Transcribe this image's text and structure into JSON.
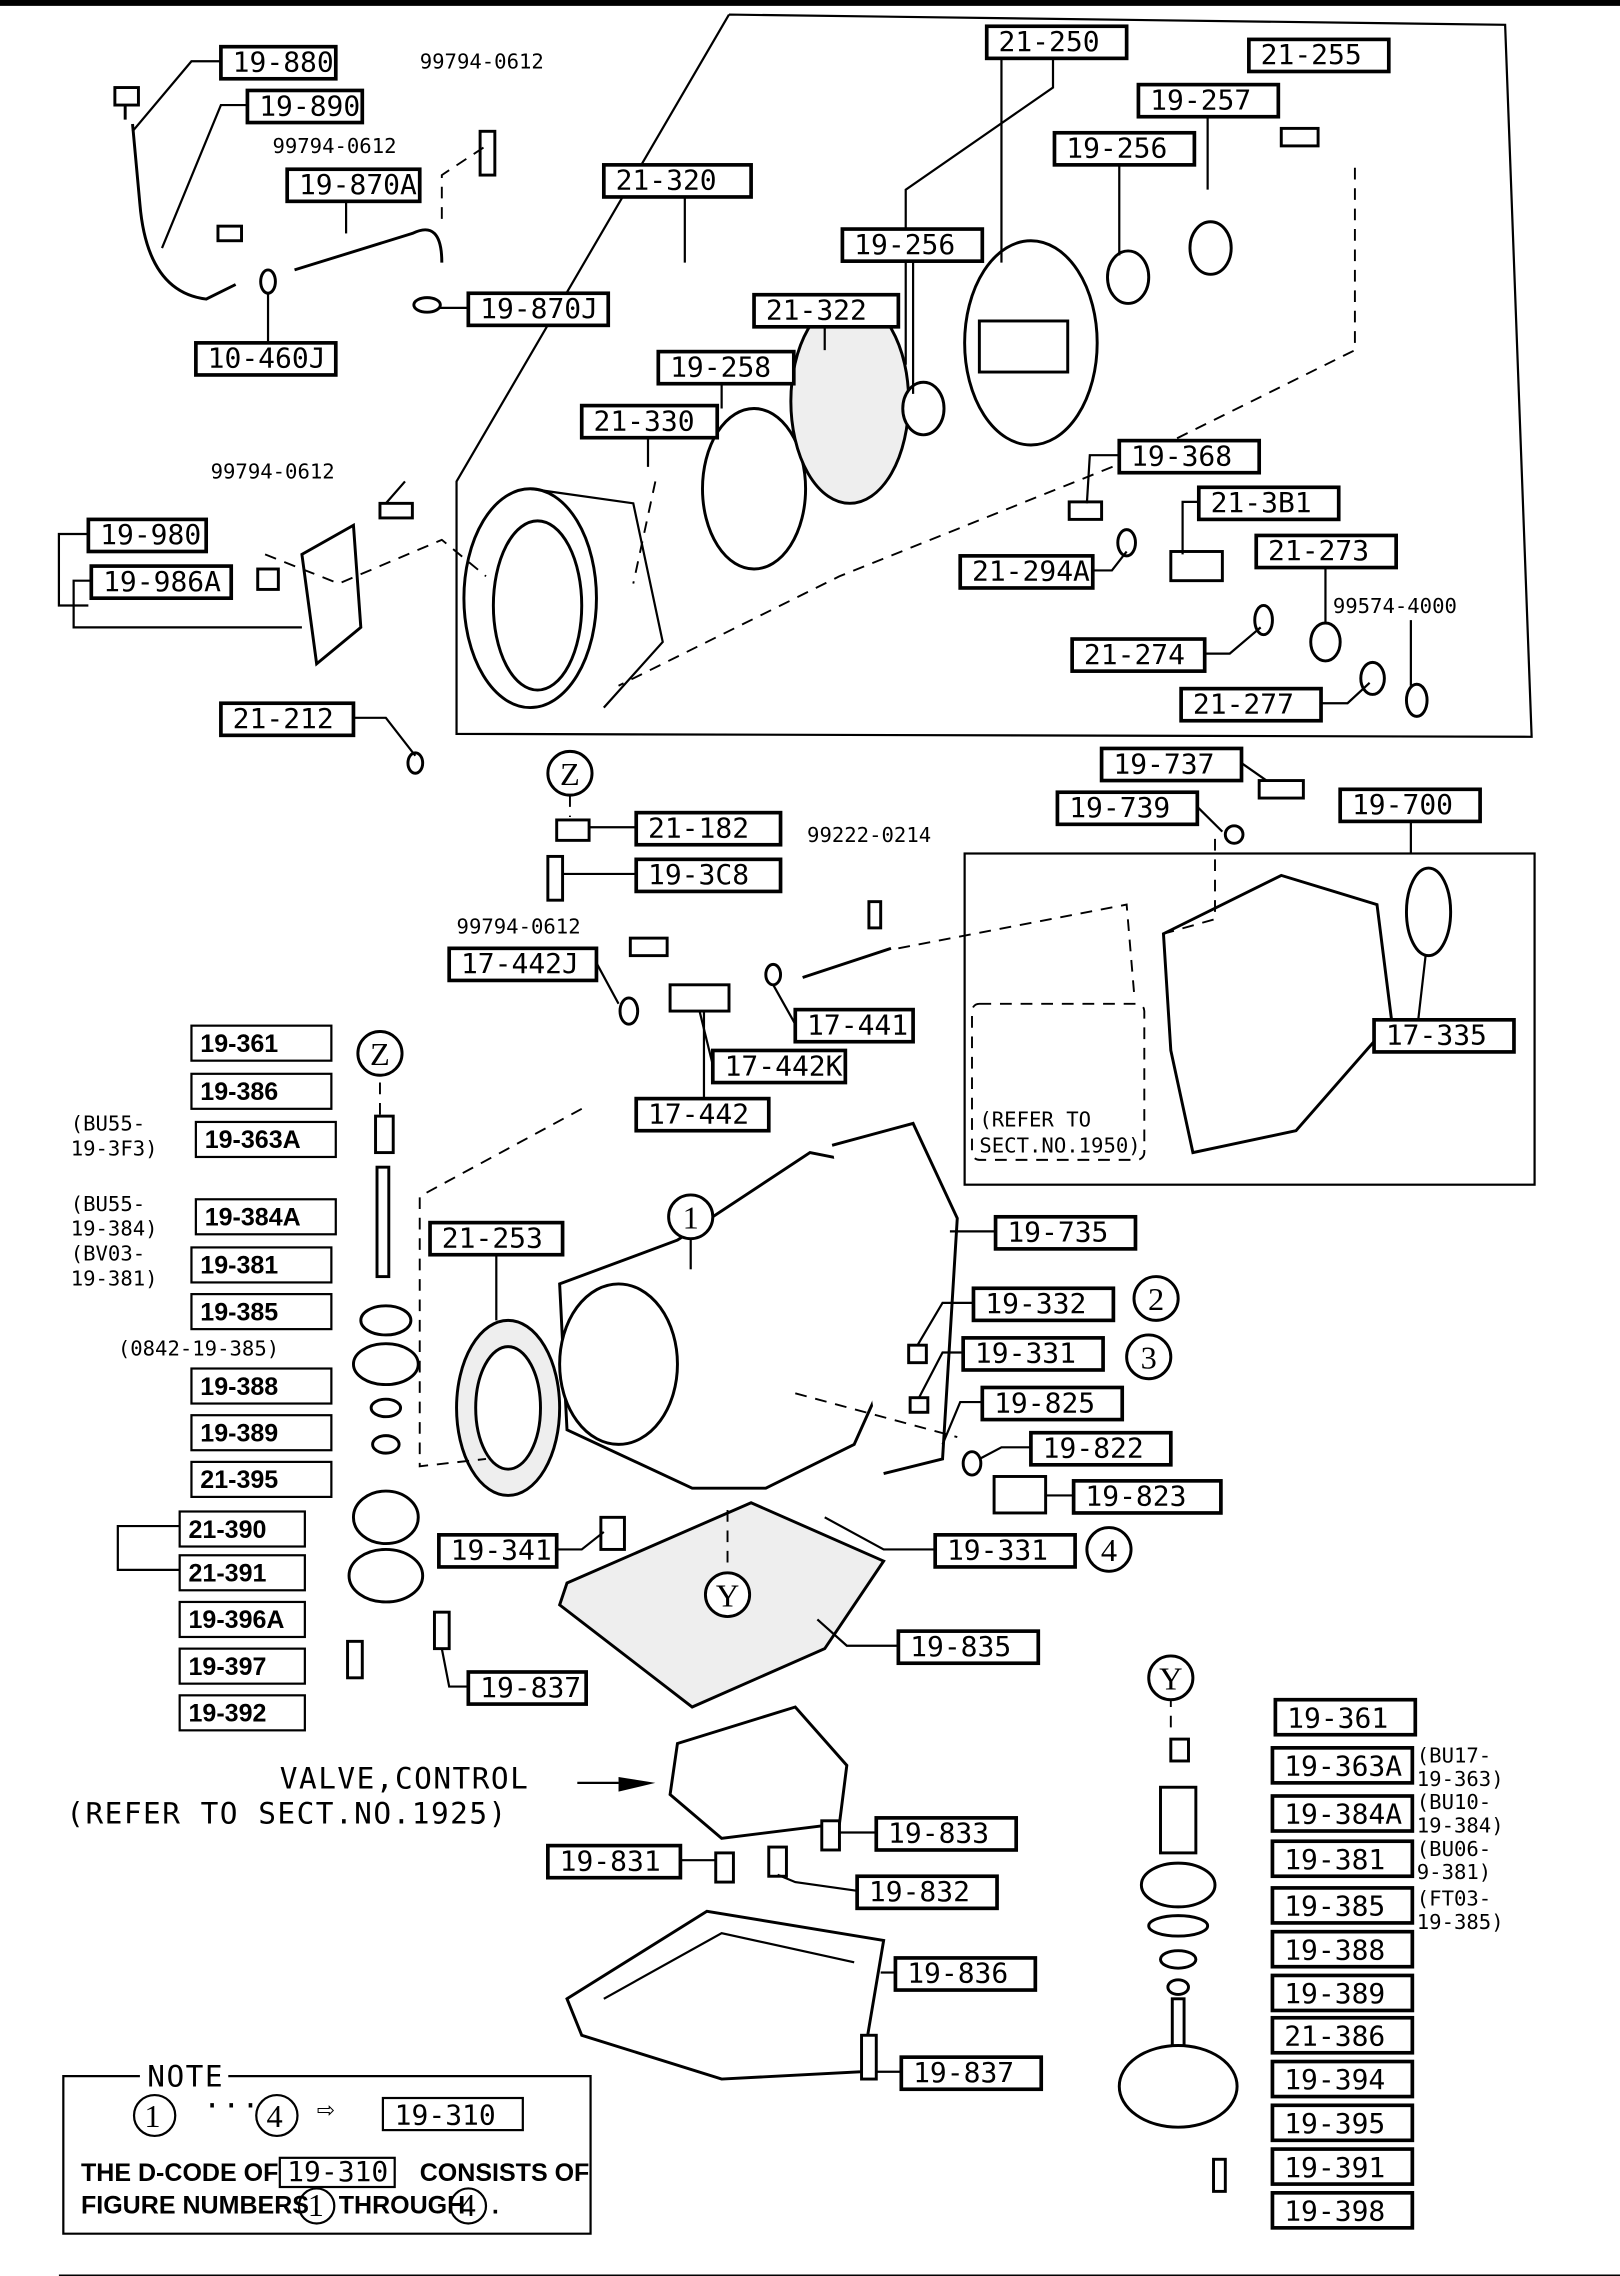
{
  "callouts_boxed": [
    "19-880",
    "19-890",
    "19-870A",
    "19-870J",
    "10-460J",
    "21-320",
    "19-980",
    "19-986A",
    "21-212",
    "21-250",
    "21-255",
    "19-257",
    "19-256",
    "19-256",
    "21-322",
    "19-258",
    "21-330",
    "19-368",
    "21-3B1",
    "21-294A",
    "21-273",
    "21-274",
    "21-277",
    "21-182",
    "19-3C8",
    "17-442J",
    "17-441",
    "17-442K",
    "17-442",
    "19-737",
    "19-739",
    "19-700",
    "17-335",
    "21-253",
    "19-735",
    "19-332",
    "19-331",
    "19-825",
    "19-822",
    "19-823",
    "19-331",
    "19-341",
    "19-835",
    "19-837",
    "19-833",
    "19-831",
    "19-832",
    "19-836",
    "19-837",
    "19-361",
    "19-363A",
    "19-384A",
    "19-381",
    "19-385",
    "19-388",
    "19-389",
    "21-386",
    "19-394",
    "19-395",
    "19-391",
    "19-398"
  ],
  "callouts_left_column": [
    "19-361",
    "19-386",
    "19-363A",
    "19-384A",
    "19-381",
    "19-385",
    "19-388",
    "19-389",
    "21-395",
    "21-390",
    "21-391",
    "19-396A",
    "19-397",
    "19-392"
  ],
  "plain_part_numbers": [
    "99794-0612",
    "99794-0612",
    "99794-0612",
    "99794-0612",
    "99574-4000",
    "99222-0214"
  ],
  "alt_notes_left": [
    "(BU55-",
    "19-3F3)",
    "(BU55-",
    "19-384)",
    "(BV03-",
    "19-381)",
    "(0842-19-385)"
  ],
  "alt_notes_right": [
    "(BU17-",
    "19-363)",
    "(BU10-",
    "19-384)",
    "(BU06-",
    "9-381)",
    "(FT03-",
    "19-385)"
  ],
  "figure_markers": [
    "Z",
    "Z",
    "1",
    "2",
    "3",
    "4",
    "Y",
    "Y"
  ],
  "refer_1950": [
    "(REFER TO",
    "SECT.NO.1950)"
  ],
  "valve_control": {
    "line1": "VALVE,CONTROL",
    "line2": "(REFER TO SECT.NO.1925)"
  },
  "note": {
    "title": "NOTE",
    "from_marker": "1",
    "ellipsis": "···",
    "to_marker": "4",
    "arrow": "⇨",
    "result_code": "19-310",
    "line2_prefix": "THE D-CODE OF",
    "line2_code": "19-310",
    "line2_suffix": "CONSISTS OF",
    "line3_prefix": "FIGURE NUMBERS",
    "line3_from": "1",
    "line3_mid": "THROUGH",
    "line3_to": "4",
    "line3_end": "."
  }
}
